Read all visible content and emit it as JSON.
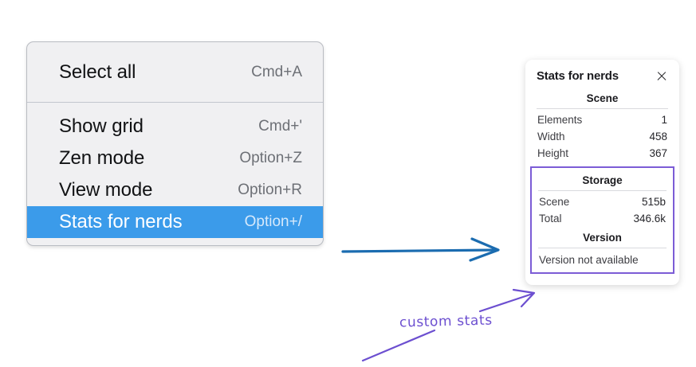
{
  "context_menu": {
    "name": "canvas-context-menu",
    "groups": [
      {
        "items": [
          {
            "label": "Select all",
            "shortcut": "Cmd+A",
            "selected": false
          }
        ]
      },
      {
        "items": [
          {
            "label": "Show grid",
            "shortcut": "Cmd+'",
            "selected": false
          },
          {
            "label": "Zen mode",
            "shortcut": "Option+Z",
            "selected": false
          },
          {
            "label": "View mode",
            "shortcut": "Option+R",
            "selected": false
          },
          {
            "label": "Stats for nerds",
            "shortcut": "Option+/",
            "selected": true
          }
        ]
      }
    ],
    "highlight_color": "#3b9bea",
    "background_color": "#f0f0f2"
  },
  "stats_panel": {
    "title": "Stats for nerds",
    "close_icon": "close-icon",
    "sections": [
      {
        "heading": "Scene",
        "rows": [
          {
            "key": "Elements",
            "value": "1"
          },
          {
            "key": "Width",
            "value": "458"
          },
          {
            "key": "Height",
            "value": "367"
          }
        ]
      },
      {
        "heading": "Storage",
        "rows": [
          {
            "key": "Scene",
            "value": "515b"
          },
          {
            "key": "Total",
            "value": "346.6k"
          }
        ]
      },
      {
        "heading": "Version",
        "plain_rows": [
          "Version not available"
        ]
      }
    ],
    "highlight_border_color": "#7c5cd6"
  },
  "annotations": {
    "handwritten_label": "custom stats",
    "handwritten_color": "#6c4fd0",
    "blue_arrow_color": "#1b6cb0",
    "purple_arrow_color": "#6c4fd0"
  }
}
